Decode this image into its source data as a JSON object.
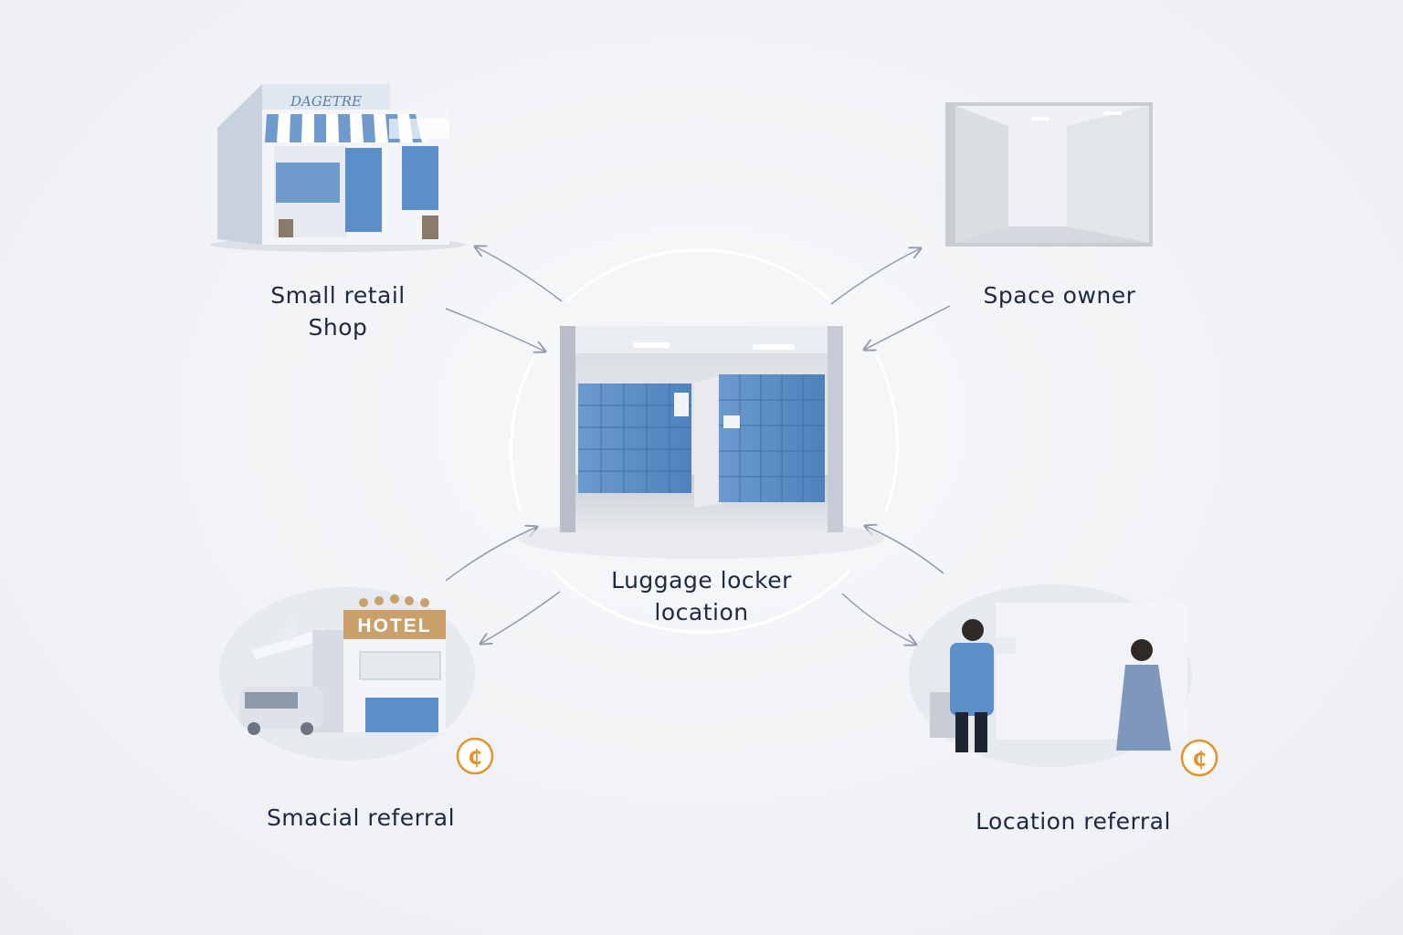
{
  "nodes": {
    "retail": {
      "lines": [
        "Small retail",
        "Shop"
      ],
      "sign": "DAGETRE"
    },
    "space_owner": {
      "lines": [
        "Space owner"
      ]
    },
    "center": {
      "lines": [
        "Luggage locker",
        "location"
      ]
    },
    "smacial": {
      "lines": [
        "Smacial referral"
      ],
      "sign": "HOTEL",
      "coin": "₵"
    },
    "location_referral": {
      "lines": [
        "Location referral"
      ],
      "coin": "₵"
    }
  },
  "colors": {
    "locker_blue": "#5b8fc7",
    "arrow": "#8f9aab",
    "coin": "#e0952b",
    "text": "#1b2942"
  }
}
